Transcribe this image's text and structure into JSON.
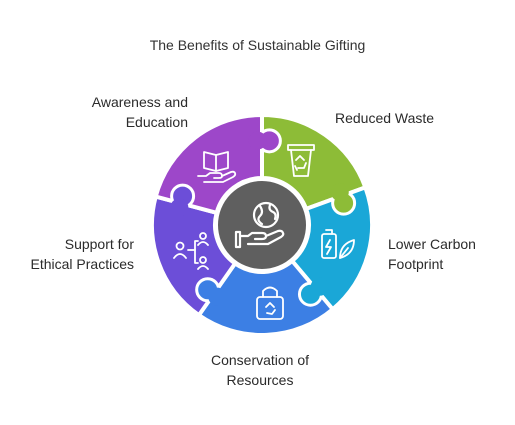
{
  "title": "The Benefits of Sustainable Gifting",
  "segments": [
    {
      "id": "awareness",
      "lines": [
        "Awareness and",
        "Education"
      ],
      "color": "#9d47c9",
      "icon": "book-hand-icon"
    },
    {
      "id": "waste",
      "lines": [
        "Reduced Waste"
      ],
      "color": "#8dbc37",
      "icon": "recycle-bin-icon"
    },
    {
      "id": "carbon",
      "lines": [
        "Lower Carbon",
        "Footprint"
      ],
      "color": "#1aa7d7",
      "icon": "battery-leaf-icon"
    },
    {
      "id": "conservation",
      "lines": [
        "Conservation of",
        "Resources"
      ],
      "color": "#3c7fe4",
      "icon": "recycle-bag-icon"
    },
    {
      "id": "ethical",
      "lines": [
        "Support for",
        "Ethical Practices"
      ],
      "color": "#6c4ed8",
      "icon": "people-network-icon"
    }
  ],
  "center": {
    "color": "#5f5f5f",
    "icon": "globe-hand-icon"
  }
}
